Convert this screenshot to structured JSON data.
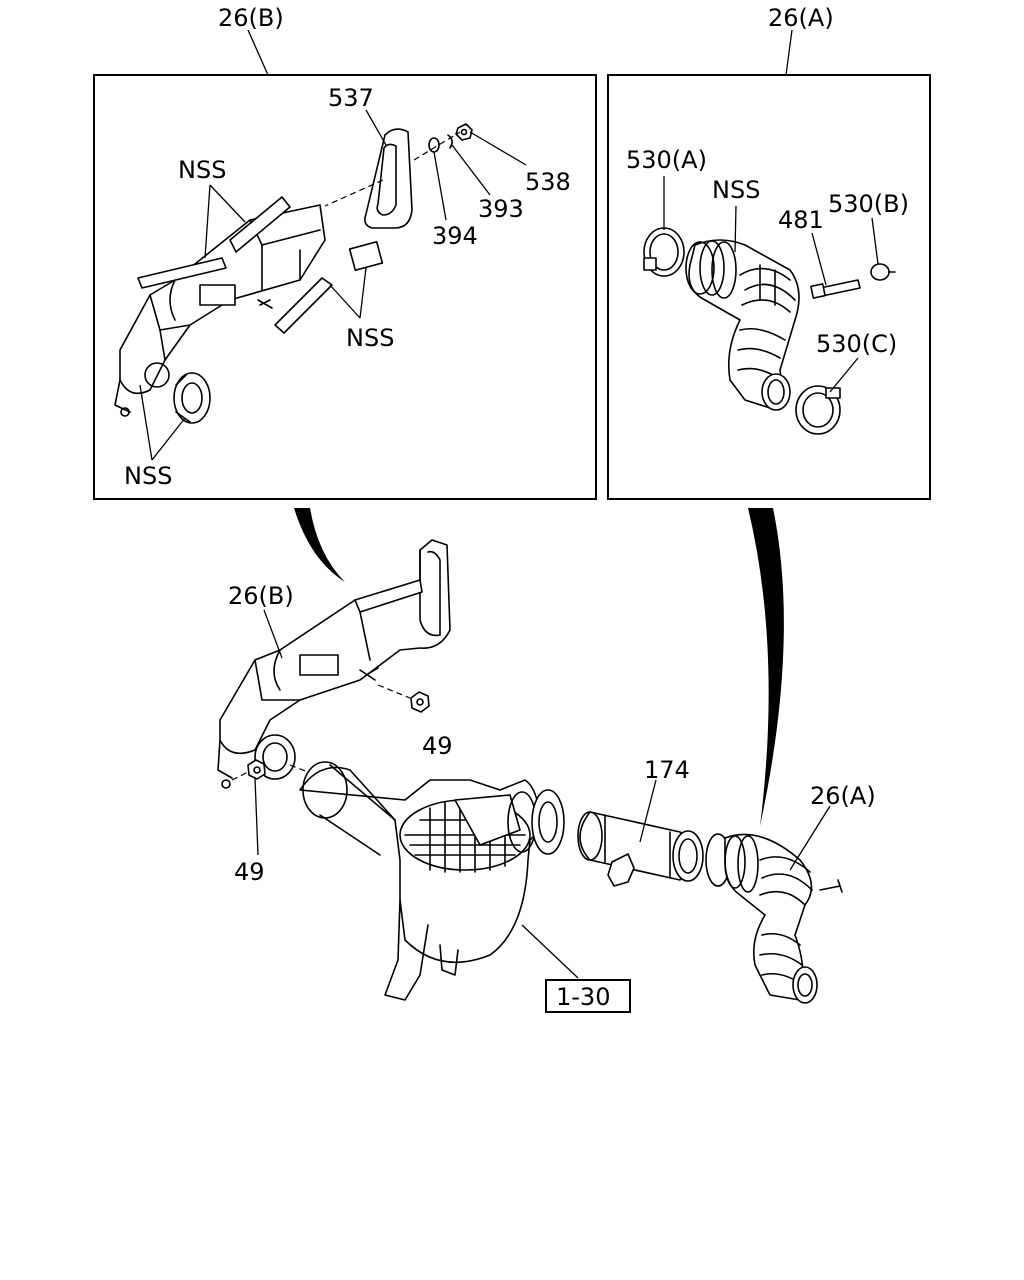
{
  "labels": {
    "group_b_title": "26(B)",
    "group_a_title": "26(A)",
    "part_537": "537",
    "part_538": "538",
    "part_393": "393",
    "part_394": "394",
    "nss_top": "NSS",
    "nss_mid": "NSS",
    "nss_bottom": "NSS",
    "part_530a": "530(A)",
    "nss_a": "NSS",
    "part_481": "481",
    "part_530b": "530(B)",
    "part_530c": "530(C)",
    "assembly_26b": "26(B)",
    "nut_49_upper": "49",
    "nut_49_lower": "49",
    "part_174": "174",
    "assembly_26a": "26(A)",
    "ref_1_30": "1-30"
  }
}
